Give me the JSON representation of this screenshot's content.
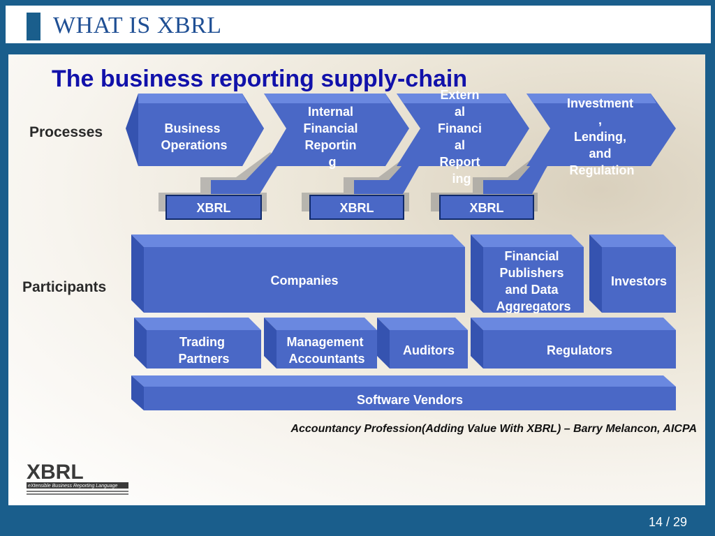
{
  "header": {
    "title": "WHAT IS XBRL"
  },
  "slide": {
    "subtitle": "The business reporting supply-chain"
  },
  "rows": {
    "processes": "Processes",
    "participants": "Participants"
  },
  "processes": [
    {
      "lines": [
        "Business",
        "Operations"
      ]
    },
    {
      "lines": [
        "Internal",
        "Financial",
        "Reportin",
        "g"
      ]
    },
    {
      "lines": [
        "Extern",
        "al",
        "Financi",
        "al",
        "Report",
        "ing"
      ]
    },
    {
      "lines": [
        "Investment",
        ",",
        "Lending,",
        "and",
        "Regulation"
      ]
    }
  ],
  "xbrl_tags": [
    "XBRL",
    "XBRL",
    "XBRL"
  ],
  "participants": {
    "companies": "Companies",
    "publishers": [
      "Financial",
      "Publishers",
      "and Data",
      "Aggregators"
    ],
    "investors": "Investors",
    "trading": [
      "Trading",
      "Partners"
    ],
    "management": [
      "Management",
      "Accountants"
    ],
    "auditors": "Auditors",
    "regulators": "Regulators",
    "software": "Software Vendors"
  },
  "logo": {
    "letters": "XBRL",
    "tagline": "eXtensible Business Reporting Language"
  },
  "caption": "Accountancy Profession(Adding Value With XBRL) – Barry Melancon, AICPA",
  "page": "14 / 29",
  "colors": {
    "box": "#4a68c6",
    "box_top": "#5c7ad6",
    "box_side": "#3553b0",
    "frame": "#1a5e8c",
    "title": "#1f4f94"
  }
}
